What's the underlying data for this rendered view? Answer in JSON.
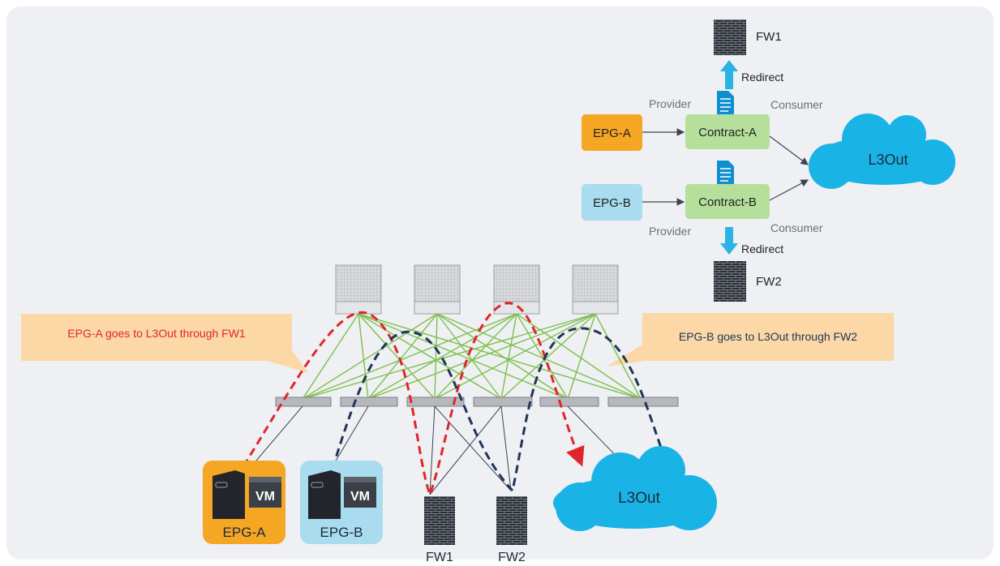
{
  "top_diagram": {
    "fw1_label": "FW1",
    "fw2_label": "FW2",
    "redirect_top": "Redirect",
    "redirect_bottom": "Redirect",
    "provider_top": "Provider",
    "provider_bottom": "Provider",
    "consumer_top": "Consumer",
    "consumer_bottom": "Consumer",
    "epg_a": "EPG-A",
    "epg_b": "EPG-B",
    "contract_a": "Contract-A",
    "contract_b": "Contract-B",
    "l3out": "L3Out"
  },
  "bottom_diagram": {
    "callout_left": "EPG-A goes to L3Out through FW1",
    "callout_right": "EPG-B goes to L3Out through FW2",
    "epg_a": "EPG-A",
    "epg_b": "EPG-B",
    "vm_a": "VM",
    "vm_b": "VM",
    "fw1_label": "FW1",
    "fw2_label": "FW2",
    "l3out": "L3Out"
  },
  "colors": {
    "background": "#eef0f3",
    "epg_a": "#f5a623",
    "epg_b": "#a9dcef",
    "contract": "#b5df9b",
    "cloud": "#1ab3e6",
    "callout": "#fbd8a6",
    "red_path": "#e0262b",
    "blue_path": "#1f3559",
    "fabric_link": "#7ec04a",
    "redirect_arrow": "#2bb3e3"
  }
}
